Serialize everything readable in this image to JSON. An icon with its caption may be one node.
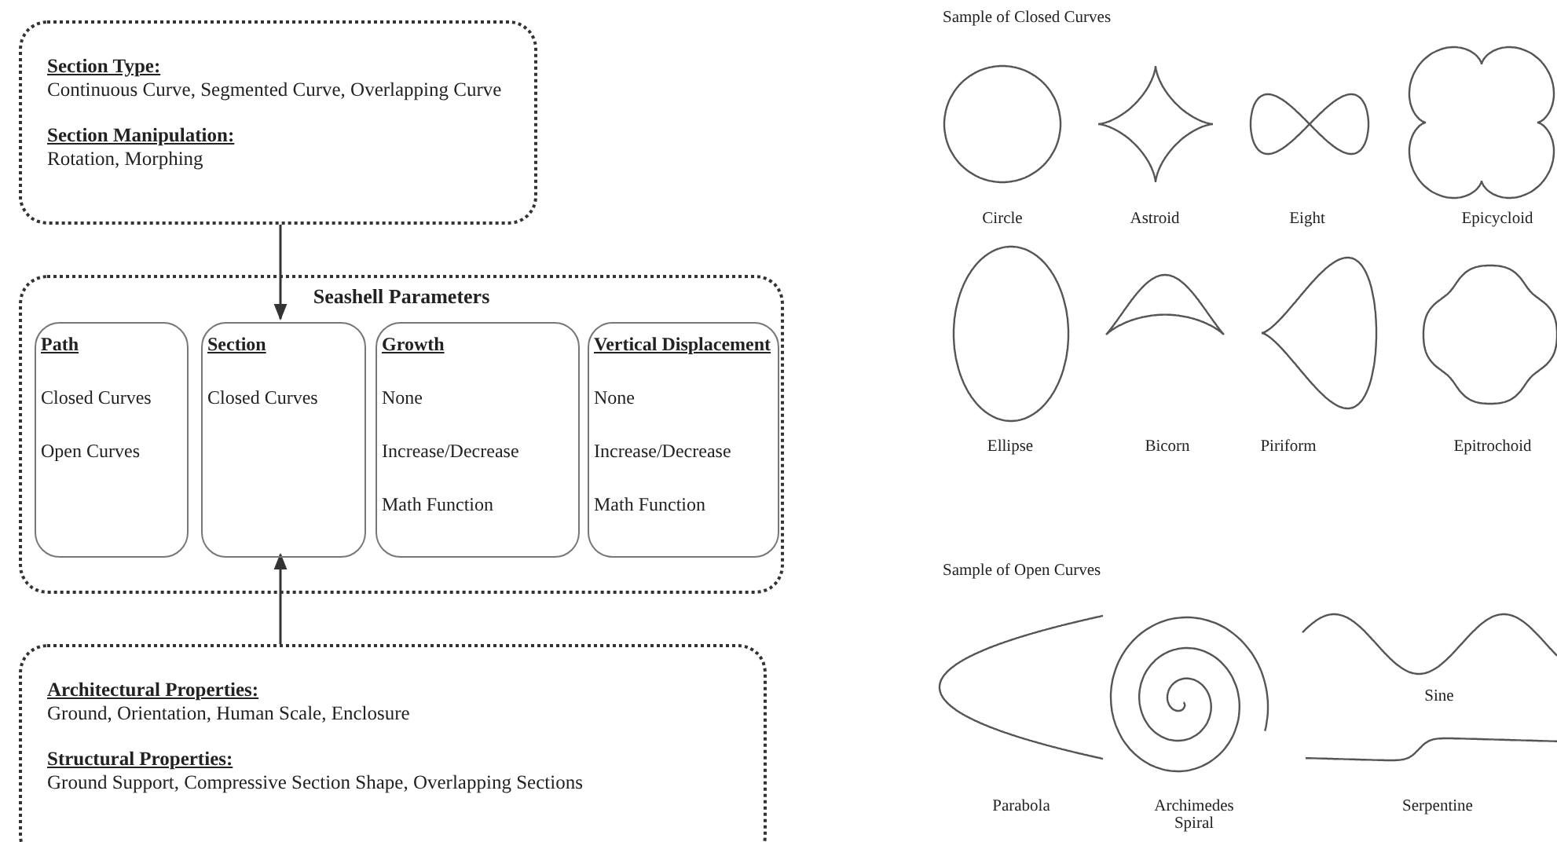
{
  "diagram": {
    "nodes": [
      {
        "text": [
          "Section Type:",
          "Continuous Curve, Segmented Curve, Overlapping Curve",
          "Section Manipulation:",
          "Rotation, Morphing"
        ]
      },
      {
        "text": [
          "Seashell Parameters"
        ]
      },
      {
        "text": [
          "Path",
          "Closed Curves",
          "Open Curves"
        ],
        "in": 1
      },
      {
        "text": [
          "Section",
          "Closed Curves"
        ],
        "in": 1
      },
      {
        "text": [
          "Growth",
          "None",
          "Increase/Decrease",
          "Math Function"
        ],
        "in": 1
      },
      {
        "text": [
          "Vertical Displacement",
          "None",
          "Increase/Decrease",
          "Math Function"
        ],
        "in": 1
      },
      {
        "text": [
          "Architectural Properties:",
          "Ground, Orientation, Human Scale, Enclosure",
          "Structural Properties:",
          "Ground Support, Compressive Section Shape, Overlapping Sections"
        ]
      }
    ],
    "edges": [
      {
        "from": 0,
        "to": 3,
        "arrow": "to"
      },
      {
        "from": 6,
        "to": 3,
        "arrow": "to"
      }
    ],
    "labels": [
      "Sample of Closed Curves",
      "Circle",
      "Astroid",
      "Eight",
      "Epicycloid",
      "Ellipse",
      "Bicorn",
      "Piriform",
      "Epitrochoid",
      "Sample of Open Curves",
      "Parabola",
      "Archimedes Spiral",
      "Sine",
      "Serpentine"
    ]
  }
}
